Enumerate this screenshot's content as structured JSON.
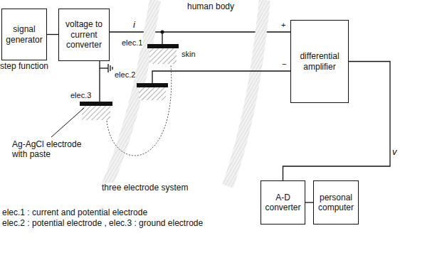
{
  "diagram": {
    "nodes": [
      {
        "text": [
          "signal generator",
          "step function"
        ]
      },
      {
        "text": [
          "voltage to current converter"
        ]
      },
      {
        "text": [
          "differential amplifier"
        ]
      },
      {
        "text": [
          "A-D converter"
        ]
      },
      {
        "text": [
          "personal computer"
        ]
      }
    ],
    "edges": [
      {
        "from": 0,
        "to": 1,
        "arrow": "none"
      },
      {
        "from": 1,
        "to": 2,
        "arrow": "none"
      },
      {
        "from": 2,
        "to": 3,
        "arrow": "none"
      },
      {
        "from": 3,
        "to": 4,
        "arrow": "none"
      }
    ],
    "labels": [
      "human body",
      "i",
      "+",
      "elec.1",
      "skin",
      "elec.2",
      "−",
      "v",
      "elec.3",
      "Ag-AgCl electrode with paste",
      "three electrode system",
      "elec.1 : current and potential electrode",
      "elec.2 : potential electrode , elec.3 : ground electrode"
    ]
  }
}
